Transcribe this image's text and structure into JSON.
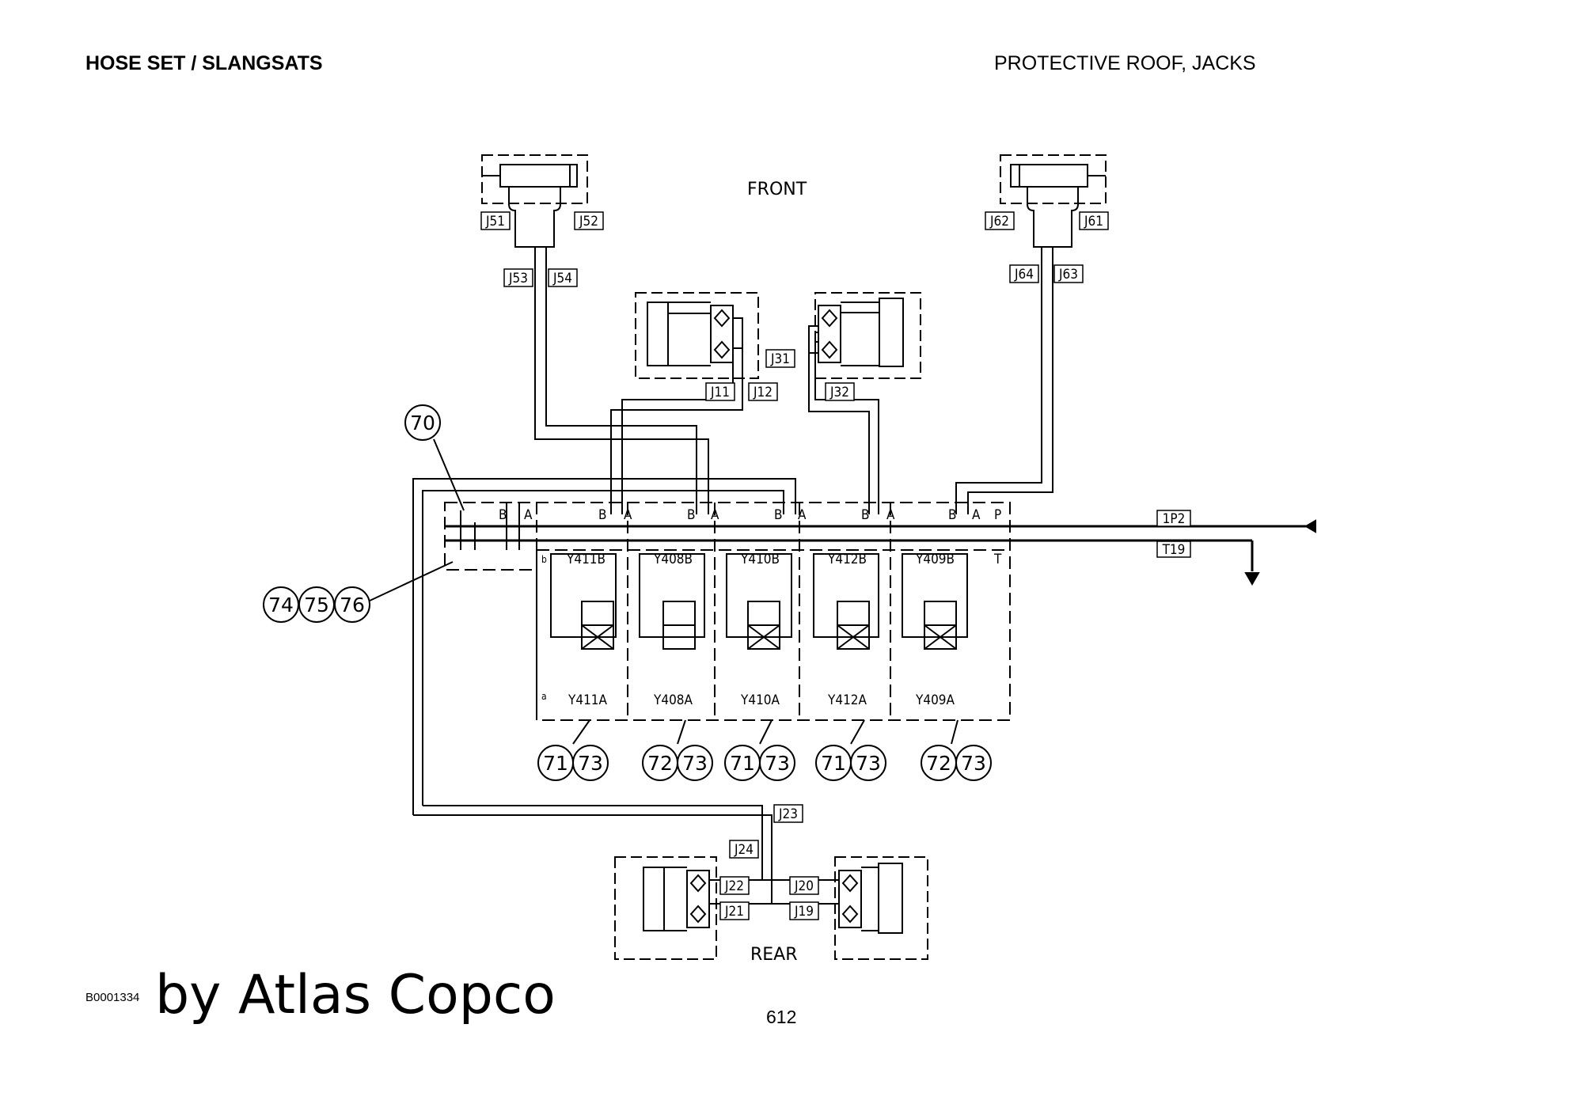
{
  "header": {
    "title_left": "HOSE SET / SLANGSATS",
    "title_right": "PROTECTIVE ROOF, JACKS"
  },
  "diagram": {
    "front_label": "FRONT",
    "rear_label": "REAR",
    "hoses": {
      "j51": "J51",
      "j52": "J52",
      "j53": "J53",
      "j54": "J54",
      "j62": "J62",
      "j61": "J61",
      "j64": "J64",
      "j63": "J63",
      "j31": "J31",
      "j11": "J11",
      "j12": "J12",
      "j32": "J32",
      "j23": "J23",
      "j24": "J24",
      "j22": "J22",
      "j21": "J21",
      "j20": "J20",
      "j19": "J19",
      "p2": "1P2",
      "t19": "T19"
    },
    "ports": {
      "p": "P",
      "t": "T",
      "a": "A",
      "b": "B",
      "small_b": "b",
      "small_a": "a"
    },
    "valves": [
      {
        "top": "Y411B",
        "bottom": "Y411A"
      },
      {
        "top": "Y408B",
        "bottom": "Y408A"
      },
      {
        "top": "Y410B",
        "bottom": "Y410A"
      },
      {
        "top": "Y412B",
        "bottom": "Y412A"
      },
      {
        "top": "Y409B",
        "bottom": "Y409A"
      }
    ],
    "callouts": {
      "c70": "70",
      "c74": "74",
      "c75": "75",
      "c76": "76",
      "g1a": "71",
      "g1b": "73",
      "g2a": "72",
      "g2b": "73",
      "g3a": "71",
      "g3b": "73",
      "g4a": "71",
      "g4b": "73",
      "g5a": "72",
      "g5b": "73"
    }
  },
  "footer": {
    "doc_code": "B0001334",
    "publisher": "by Atlas Copco",
    "page_number": "612"
  }
}
